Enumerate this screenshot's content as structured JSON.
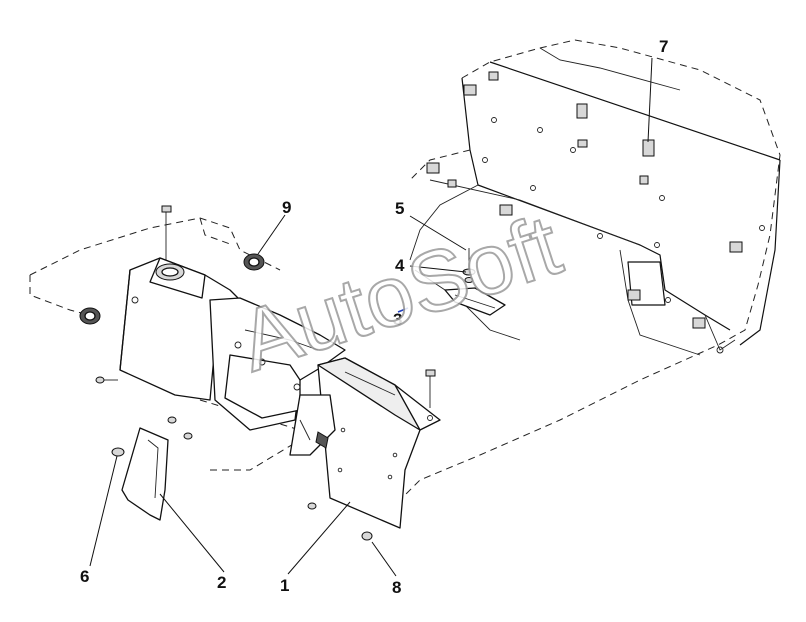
{
  "watermark": "AutoSoft",
  "callouts": [
    {
      "id": "1",
      "label": "1"
    },
    {
      "id": "2",
      "label": "2"
    },
    {
      "id": "3",
      "label": "3"
    },
    {
      "id": "4",
      "label": "4"
    },
    {
      "id": "5",
      "label": "5"
    },
    {
      "id": "6",
      "label": "6"
    },
    {
      "id": "7",
      "label": "7"
    },
    {
      "id": "8",
      "label": "8"
    },
    {
      "id": "9",
      "label": "9"
    }
  ],
  "colors": {
    "line": "#111111",
    "background": "#ffffff",
    "watermark_outline": "#9a9a9a",
    "marker": "#1f3fbf"
  }
}
